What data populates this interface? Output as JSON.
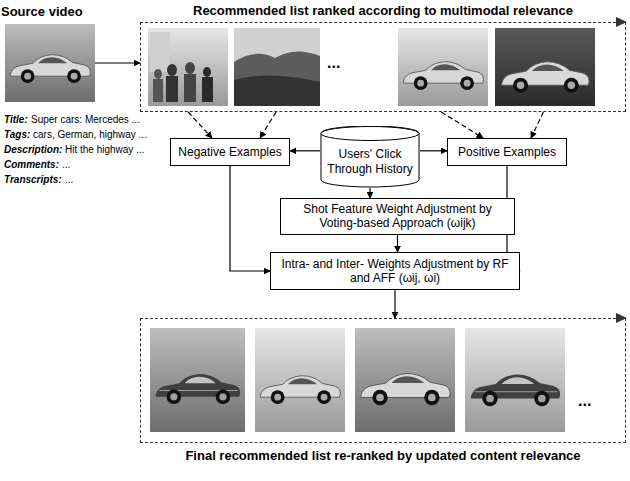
{
  "diagram": {
    "nodes": [
      {
        "text": [
          "Source video"
        ]
      },
      {
        "text": [
          "Recommended list ranked according to multimodal relevance"
        ]
      },
      {
        "text": [
          "Negative Examples"
        ]
      },
      {
        "text": [
          "Users' Click Through History"
        ]
      },
      {
        "text": [
          "Positive Examples"
        ]
      },
      {
        "text": [
          "Shot Feature Weight Adjustment by Voting-based Approach (ωijk)"
        ]
      },
      {
        "text": [
          "Intra- and Inter- Weights Adjustment by RF and AFF (ωij, ωi)"
        ]
      },
      {
        "text": [
          "Final recommended list re-ranked by updated content relevance"
        ]
      }
    ],
    "edges": [
      {
        "from": 0,
        "to": 1,
        "arrow": "to"
      },
      {
        "from": 1,
        "to": 2,
        "arrow": "to"
      },
      {
        "from": 1,
        "to": 2,
        "arrow": "to"
      },
      {
        "from": 1,
        "to": 4,
        "arrow": "to"
      },
      {
        "from": 1,
        "to": 4,
        "arrow": "to"
      },
      {
        "from": 3,
        "to": 2,
        "arrow": "to"
      },
      {
        "from": 3,
        "to": 4,
        "arrow": "to"
      },
      {
        "from": 3,
        "to": 5,
        "arrow": "to"
      },
      {
        "from": 2,
        "to": 6,
        "arrow": "to"
      },
      {
        "from": 4,
        "to": 6,
        "arrow": "to"
      },
      {
        "from": 5,
        "to": 6,
        "arrow": "to"
      },
      {
        "from": 6,
        "to": 7,
        "arrow": "to"
      }
    ],
    "labels": [
      "Title:",
      "Super cars: Mercedes ...",
      "Tags:",
      "cars, German, highway ...",
      "Description:",
      "Hit the highway ...",
      "Comments:",
      "...",
      "Transcripts:",
      "...",
      "...",
      "..."
    ]
  }
}
